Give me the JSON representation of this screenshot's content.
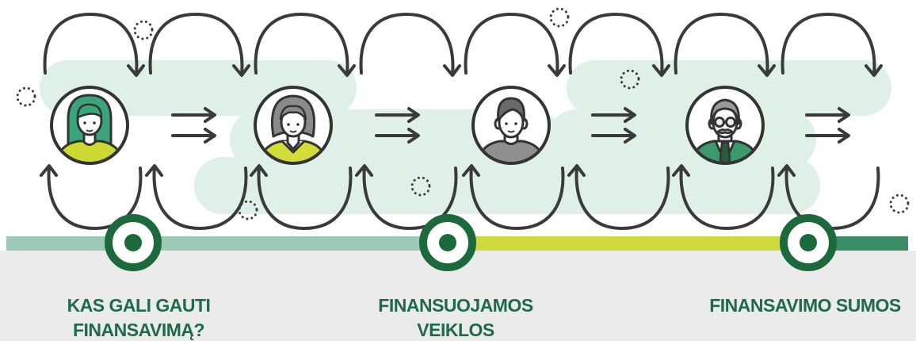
{
  "sections": [
    {
      "label_lines": [
        "KAS GALI GAUTI",
        "FINANSAVIMĄ?"
      ]
    },
    {
      "label_lines": [
        "FINANSUOJAMOS",
        "VEIKLOS"
      ]
    },
    {
      "label_lines": [
        "FINANSAVIMO SUMOS"
      ]
    }
  ],
  "avatars": [
    {
      "icon": "young-woman-avatar-icon"
    },
    {
      "icon": "older-woman-avatar-icon"
    },
    {
      "icon": "man-avatar-icon"
    },
    {
      "icon": "elderly-man-avatar-icon"
    }
  ],
  "colors": {
    "timeline_segment_1": "#9dcab6",
    "timeline_segment_2": "#cedb3c",
    "timeline_segment_3": "#3b8c67",
    "marker_ring": "#1c6a3b",
    "label_text": "#1d6b48",
    "background_blob": "#dff0e8",
    "footer_background": "#ebebeb",
    "line_art": "#3a3a3a"
  }
}
